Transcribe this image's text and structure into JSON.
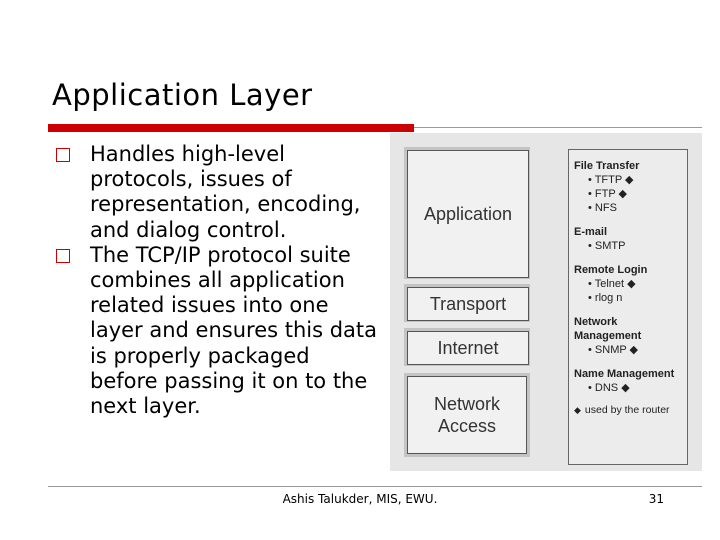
{
  "slide": {
    "title": "Application Layer",
    "bullets": [
      "Handles high-level protocols, issues of representation, encoding, and dialog control.",
      "The TCP/IP protocol suite combines all application related issues into one layer and ensures this data is properly packaged before passing it on to the next layer."
    ],
    "footer": "Ashis Talukder, MIS, EWU.",
    "page_number": "31",
    "accent_color": "#cc0000"
  },
  "figure": {
    "layers": [
      "Application",
      "Transport",
      "Internet",
      "Network Access"
    ],
    "protocols": [
      {
        "title": "File Transfer",
        "items": [
          "• TFTP ◆",
          "• FTP ◆",
          "• NFS"
        ]
      },
      {
        "title": "E-mail",
        "items": [
          "• SMTP"
        ]
      },
      {
        "title": "Remote Login",
        "items": [
          "• Telnet ◆",
          "• rlog n"
        ]
      },
      {
        "title": "Network Management",
        "items": [
          "• SNMP ◆"
        ]
      },
      {
        "title": "Name Management",
        "items": [
          "• DNS ◆"
        ]
      }
    ],
    "legend": "used by the router",
    "legend_mark": "◆"
  }
}
